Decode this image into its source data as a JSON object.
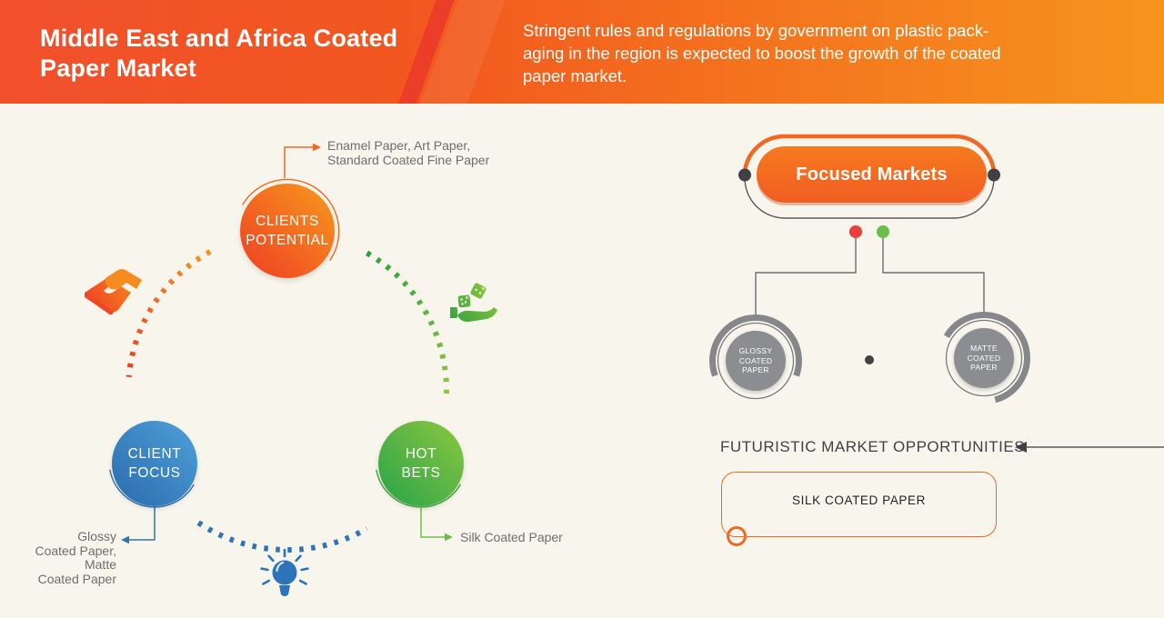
{
  "header": {
    "title": "Middle East and Africa Coated\nPaper Market",
    "subtitle": "Stringent rules and regulations by government on plastic pack-\naging in the region is expected to boost the growth of the coated\npaper market."
  },
  "cycle": {
    "nodes": [
      {
        "id": "clients-potential",
        "label": "CLIENTS\nPOTENTIAL",
        "annotation": "Enamel Paper, Art Paper,\nStandard Coated Fine Paper",
        "color_from": "#f89a1c",
        "color_to": "#ee3d24"
      },
      {
        "id": "client-focus",
        "label": "CLIENT\nFOCUS",
        "annotation": "Glossy\nCoated Paper,\nMatte\nCoated Paper",
        "color_from": "#4fa0d9",
        "color_to": "#2a6bac"
      },
      {
        "id": "hot-bets",
        "label": "HOT\nBETS",
        "annotation": "Silk Coated Paper",
        "color_from": "#8dc63f",
        "color_to": "#28a449"
      }
    ],
    "icons": [
      {
        "name": "handshake-icon",
        "color": "#f26822"
      },
      {
        "name": "dice-hand-icon",
        "color": "#3faa40"
      },
      {
        "name": "lightbulb-icon",
        "color": "#2d74b9"
      }
    ]
  },
  "focused_markets": {
    "title": "Focused Markets",
    "markets": [
      {
        "label": "GLOSSY COATED\nPAPER"
      },
      {
        "label": "MATTE COATED\nPAPER"
      }
    ],
    "dot_colors": {
      "left_marker": "#e8413c",
      "right_marker": "#6abf4b",
      "anchor": "#414042"
    }
  },
  "opportunities": {
    "heading": "FUTURISTIC MARKET OPPORTUNITIES",
    "item": "SILK COATED PAPER"
  },
  "colors": {
    "background": "#f8f6ec",
    "header_gradient_left": "#f1502c",
    "header_gradient_right": "#f7941d",
    "accent_orange": "#f26822",
    "accent_blue": "#2d74b9",
    "accent_green": "#6abf4b",
    "gray_circle": "#8b8d90",
    "text_gray": "#6d6e71",
    "dark_gray": "#414042"
  }
}
